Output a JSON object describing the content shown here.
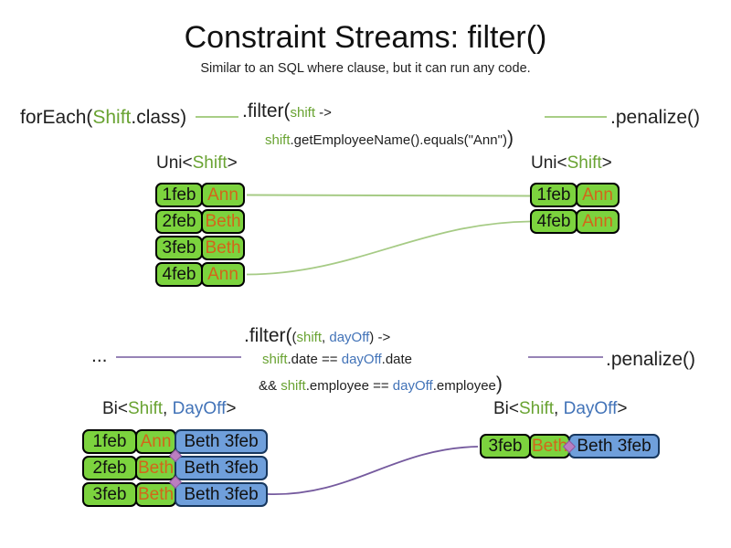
{
  "title": "Constraint Streams: filter()",
  "subtitle": "Similar to an SQL where clause, but it can run any code.",
  "colors": {
    "code_green": "#69a332",
    "code_blue": "#4273b8",
    "cell_green": "#7cd33e",
    "cell_blue": "#6f9fdb",
    "cell_blue_border": "#17375e",
    "orange_text": "#d2661a",
    "line_green": "#95c46c",
    "line_purple": "#755a9e"
  },
  "uni": {
    "source": {
      "fn": "forEach(",
      "cls": "Shift",
      "end": ".class)"
    },
    "filter": {
      "head": ".filter(",
      "param": "shift",
      "arrow": " ->",
      "body_var": "shift",
      "body": ".getEmployeeName().equals(\"Ann\")",
      "close": ")"
    },
    "penalize": ".penalize()",
    "left_table": {
      "title": {
        "pre": "Uni<",
        "type": "Shift",
        "post": ">"
      },
      "rows": [
        {
          "date": "1feb",
          "name": "Ann"
        },
        {
          "date": "2feb",
          "name": "Beth"
        },
        {
          "date": "3feb",
          "name": "Beth"
        },
        {
          "date": "4feb",
          "name": "Ann"
        }
      ]
    },
    "right_table": {
      "title": {
        "pre": "Uni<",
        "type": "Shift",
        "post": ">"
      },
      "rows": [
        {
          "date": "1feb",
          "name": "Ann"
        },
        {
          "date": "4feb",
          "name": "Ann"
        }
      ]
    }
  },
  "bi": {
    "source": "...",
    "filter": {
      "head": ".filter(",
      "open": "(",
      "p1": "shift",
      "comma": ", ",
      "p2": "dayOff",
      "close_params": ") ->",
      "l2_v1": "shift",
      "l2_t1": ".date == ",
      "l2_v2": "dayOff",
      "l2_t2": ".date",
      "l3_t0": "&& ",
      "l3_v1": "shift",
      "l3_t1": ".employee == ",
      "l3_v2": "dayOff",
      "l3_t2": ".employee",
      "close": ")"
    },
    "penalize": ".penalize()",
    "left_table": {
      "title": {
        "pre": "Bi<",
        "type1": "Shift",
        "sep": ", ",
        "type2": "DayOff",
        "post": ">"
      },
      "rows": [
        {
          "date": "1feb",
          "name": "Ann",
          "dayoff": "Beth 3feb"
        },
        {
          "date": "2feb",
          "name": "Beth",
          "dayoff": "Beth 3feb"
        },
        {
          "date": "3feb",
          "name": "Beth",
          "dayoff": "Beth 3feb"
        }
      ]
    },
    "right_table": {
      "title": {
        "pre": "Bi<",
        "type1": "Shift",
        "sep": ", ",
        "type2": "DayOff",
        "post": ">"
      },
      "rows": [
        {
          "date": "3feb",
          "name": "Beth",
          "dayoff": "Beth 3feb"
        }
      ]
    }
  }
}
